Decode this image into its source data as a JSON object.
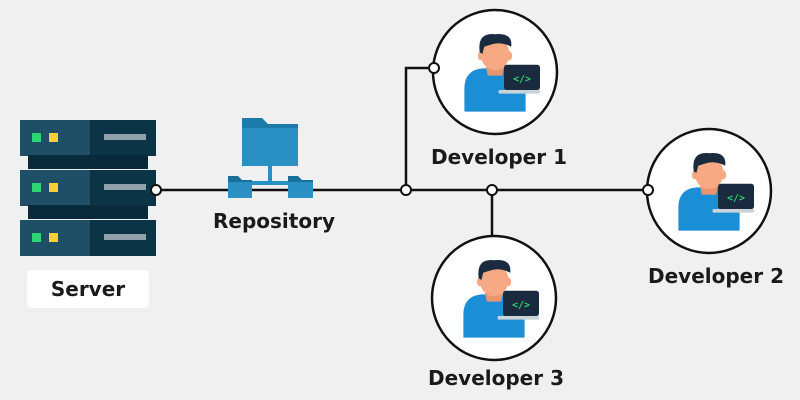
{
  "labels": {
    "server": "Server",
    "repository": "Repository",
    "developer_1": "Developer 1",
    "developer_2": "Developer 2",
    "developer_3": "Developer 3"
  },
  "icons": {
    "server": "server-rack-icon",
    "repository": "folder-tree-icon",
    "developer": "developer-with-laptop-icon",
    "code": "code-brackets-icon"
  },
  "colors": {
    "background": "#f0f0f0",
    "line": "#111111",
    "server_dark": "#0c3447",
    "server_light": "#1e4f66",
    "server_slot": "#8fa1ab",
    "led_green": "#2ed573",
    "led_yellow": "#f7d035",
    "folder": "#1d7bab",
    "folder_tab": "#1a6f9a",
    "shirt": "#1a8fd6",
    "skin": "#f7a983",
    "hair": "#1b2b3f",
    "laptop": "#1b2b3f",
    "laptop_code": "#2ed573"
  }
}
